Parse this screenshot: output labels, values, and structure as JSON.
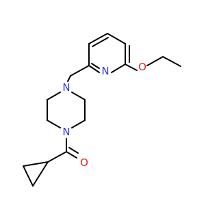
{
  "molecule": {
    "colors": {
      "bond": "#000000",
      "nitrogen": "#2b35e0",
      "oxygen": "#e0241b",
      "background": "#ffffff"
    },
    "labels": {
      "n_pyridine": "N",
      "n_piperazine_top": "N",
      "n_piperazine_bottom": "N",
      "o_ether": "O",
      "o_carbonyl": "O"
    }
  }
}
